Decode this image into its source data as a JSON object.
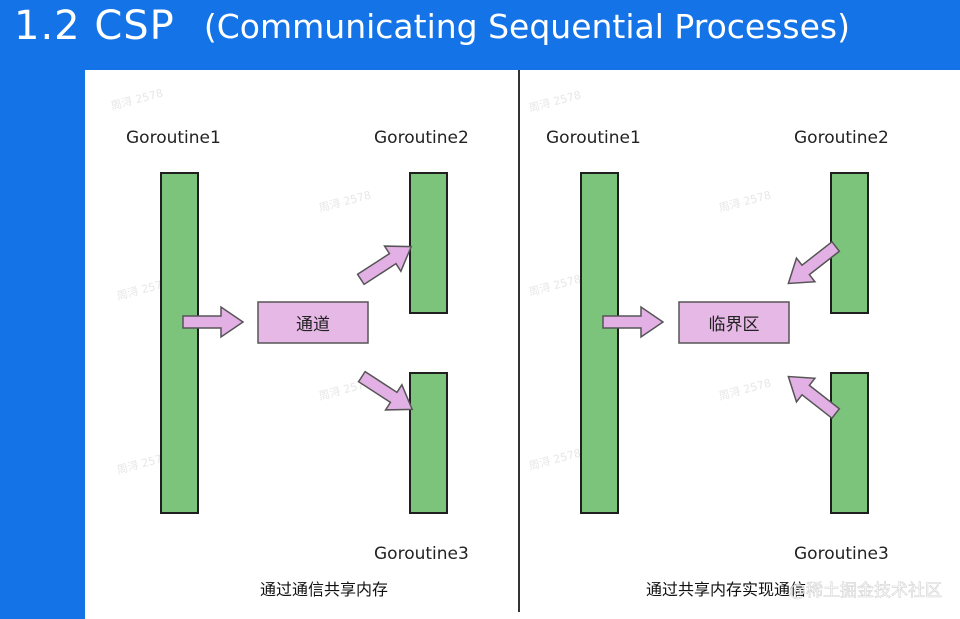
{
  "slide": {
    "title": "1.2 CSP",
    "subtitle": "(Communicating Sequential Processes)"
  },
  "colors": {
    "background": "#1473e6",
    "bar_fill": "#7cc47c",
    "bar_stroke": "#1f1f1f",
    "box_fill": "#e6b8e6",
    "arrow_fill": "#e2b0e4",
    "arrow_stroke": "#555555",
    "divider": "#333333"
  },
  "left_diagram": {
    "goroutine1_label": "Goroutine1",
    "goroutine2_label": "Goroutine2",
    "goroutine3_label": "Goroutine3",
    "box_label": "通道",
    "caption": "通过通信共享内存"
  },
  "right_diagram": {
    "goroutine1_label": "Goroutine1",
    "goroutine2_label": "Goroutine2",
    "goroutine3_label": "Goroutine3",
    "box_label": "临界区",
    "caption": "通过共享内存实现通信"
  },
  "watermark": {
    "brand": "@稀土掘金技术社区",
    "tiled": "周浔 2578"
  }
}
